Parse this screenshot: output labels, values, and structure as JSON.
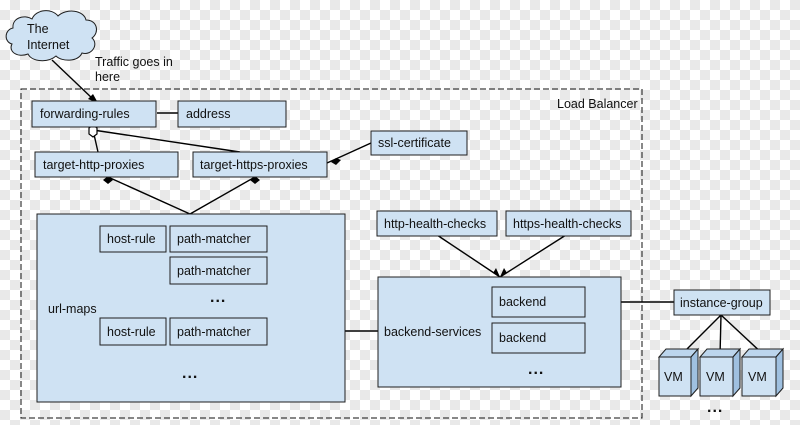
{
  "internet": {
    "line1": "The",
    "line2": "Internet"
  },
  "traffic_note": {
    "line1": "Traffic goes in",
    "line2": "here"
  },
  "load_balancer_label": "Load Balancer",
  "nodes": {
    "forwarding_rules": "forwarding-rules",
    "address": "address",
    "target_http_proxies": "target-http-proxies",
    "target_https_proxies": "target-https-proxies",
    "ssl_certificate": "ssl-certificate",
    "url_maps": "url-maps",
    "host_rule_1": "host-rule",
    "path_matcher_1": "path-matcher",
    "path_matcher_2": "path-matcher",
    "host_rule_2": "host-rule",
    "path_matcher_3": "path-matcher",
    "http_health_checks": "http-health-checks",
    "https_health_checks": "https-health-checks",
    "backend_services": "backend-services",
    "backend_1": "backend",
    "backend_2": "backend",
    "instance_group": "instance-group",
    "vm_1": "VM",
    "vm_2": "VM",
    "vm_3": "VM"
  },
  "ellipsis": "..."
}
